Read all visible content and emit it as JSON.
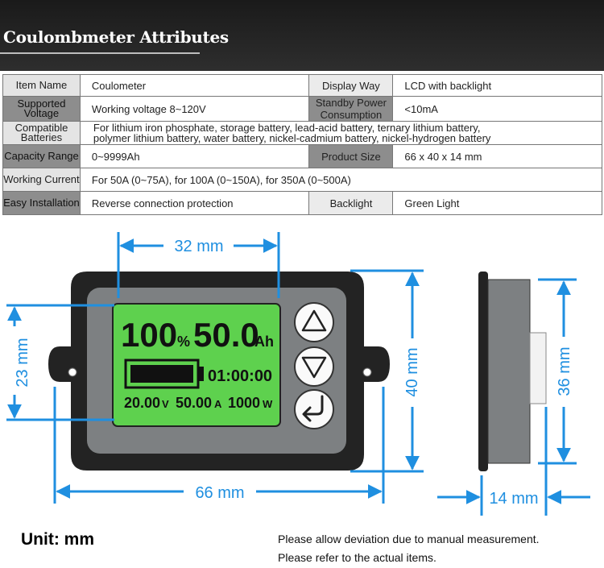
{
  "header": {
    "title": "Coulombmeter Attributes"
  },
  "attributes": {
    "rows": [
      {
        "label": "Item Name",
        "value": "Coulometer",
        "label2": "Display Way",
        "value2": "LCD with backlight"
      },
      {
        "label": "Supported Voltage",
        "value": "Working voltage 8~120V",
        "label2": "Standby Power Consumption",
        "value2": "<10mA"
      },
      {
        "label": "Compatible Batteries",
        "value_line1": "For lithium iron phosphate, storage battery, lead-acid battery, ternary lithium battery,",
        "value_line2": "polymer lithium battery, water battery, nickel-cadmium battery, nickel-hydrogen battery"
      },
      {
        "label": "Capacity Range",
        "value": "0~9999Ah",
        "label2": "Product Size",
        "value2": "66 x 40 x 14 mm"
      },
      {
        "label": "Working Current",
        "value": "For 50A (0~75A), for 100A (0~150A), for 350A (0~500A)"
      },
      {
        "label": "Easy Installation",
        "value": "Reverse connection protection",
        "label2": "Backlight",
        "value2": "Green Light"
      }
    ]
  },
  "diagram": {
    "dims": {
      "width_top": "32 mm",
      "height_left": "23 mm",
      "height_right": "40 mm",
      "width_bottom": "66 mm",
      "side_height": "36 mm",
      "side_depth": "14 mm"
    },
    "screen": {
      "percent": "100",
      "percent_unit": "%",
      "capacity": "50.0",
      "capacity_unit": "Ah",
      "time": "01:00:00",
      "voltage": "20.00",
      "voltage_unit": "V",
      "current": "50.00",
      "current_unit": "A",
      "power": "1000",
      "power_unit": "W"
    },
    "colors": {
      "lcd": "#5ed14e",
      "body": "#232323",
      "bezel": "#7d8082",
      "dimension": "#1f8fe0"
    }
  },
  "footer": {
    "unit": "Unit: mm",
    "note_line1": "Please allow deviation due to manual measurement.",
    "note_line2": "Please refer to the actual items."
  }
}
